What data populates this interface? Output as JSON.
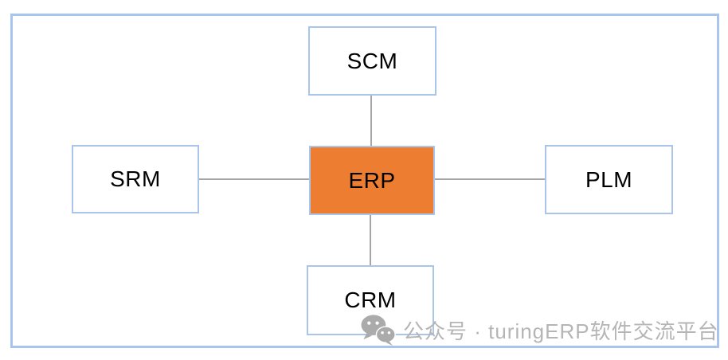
{
  "diagram": {
    "center_node": {
      "id": "erp",
      "label": "ERP",
      "fill": "#ed7d31"
    },
    "nodes": [
      {
        "id": "scm",
        "label": "SCM",
        "position": "top"
      },
      {
        "id": "srm",
        "label": "SRM",
        "position": "left"
      },
      {
        "id": "plm",
        "label": "PLM",
        "position": "right"
      },
      {
        "id": "crm",
        "label": "CRM",
        "position": "bottom"
      }
    ],
    "colors": {
      "center_fill": "#ed7d31",
      "box_border": "#a9c5ec",
      "frame_border": "#a8c5f0",
      "connector": "#a6a6a6",
      "label_text": "#000000"
    }
  },
  "watermark": {
    "icon": "wechat-icon",
    "text": "公众号 · turingERP软件交流平台",
    "color": "#b5b5b5"
  }
}
